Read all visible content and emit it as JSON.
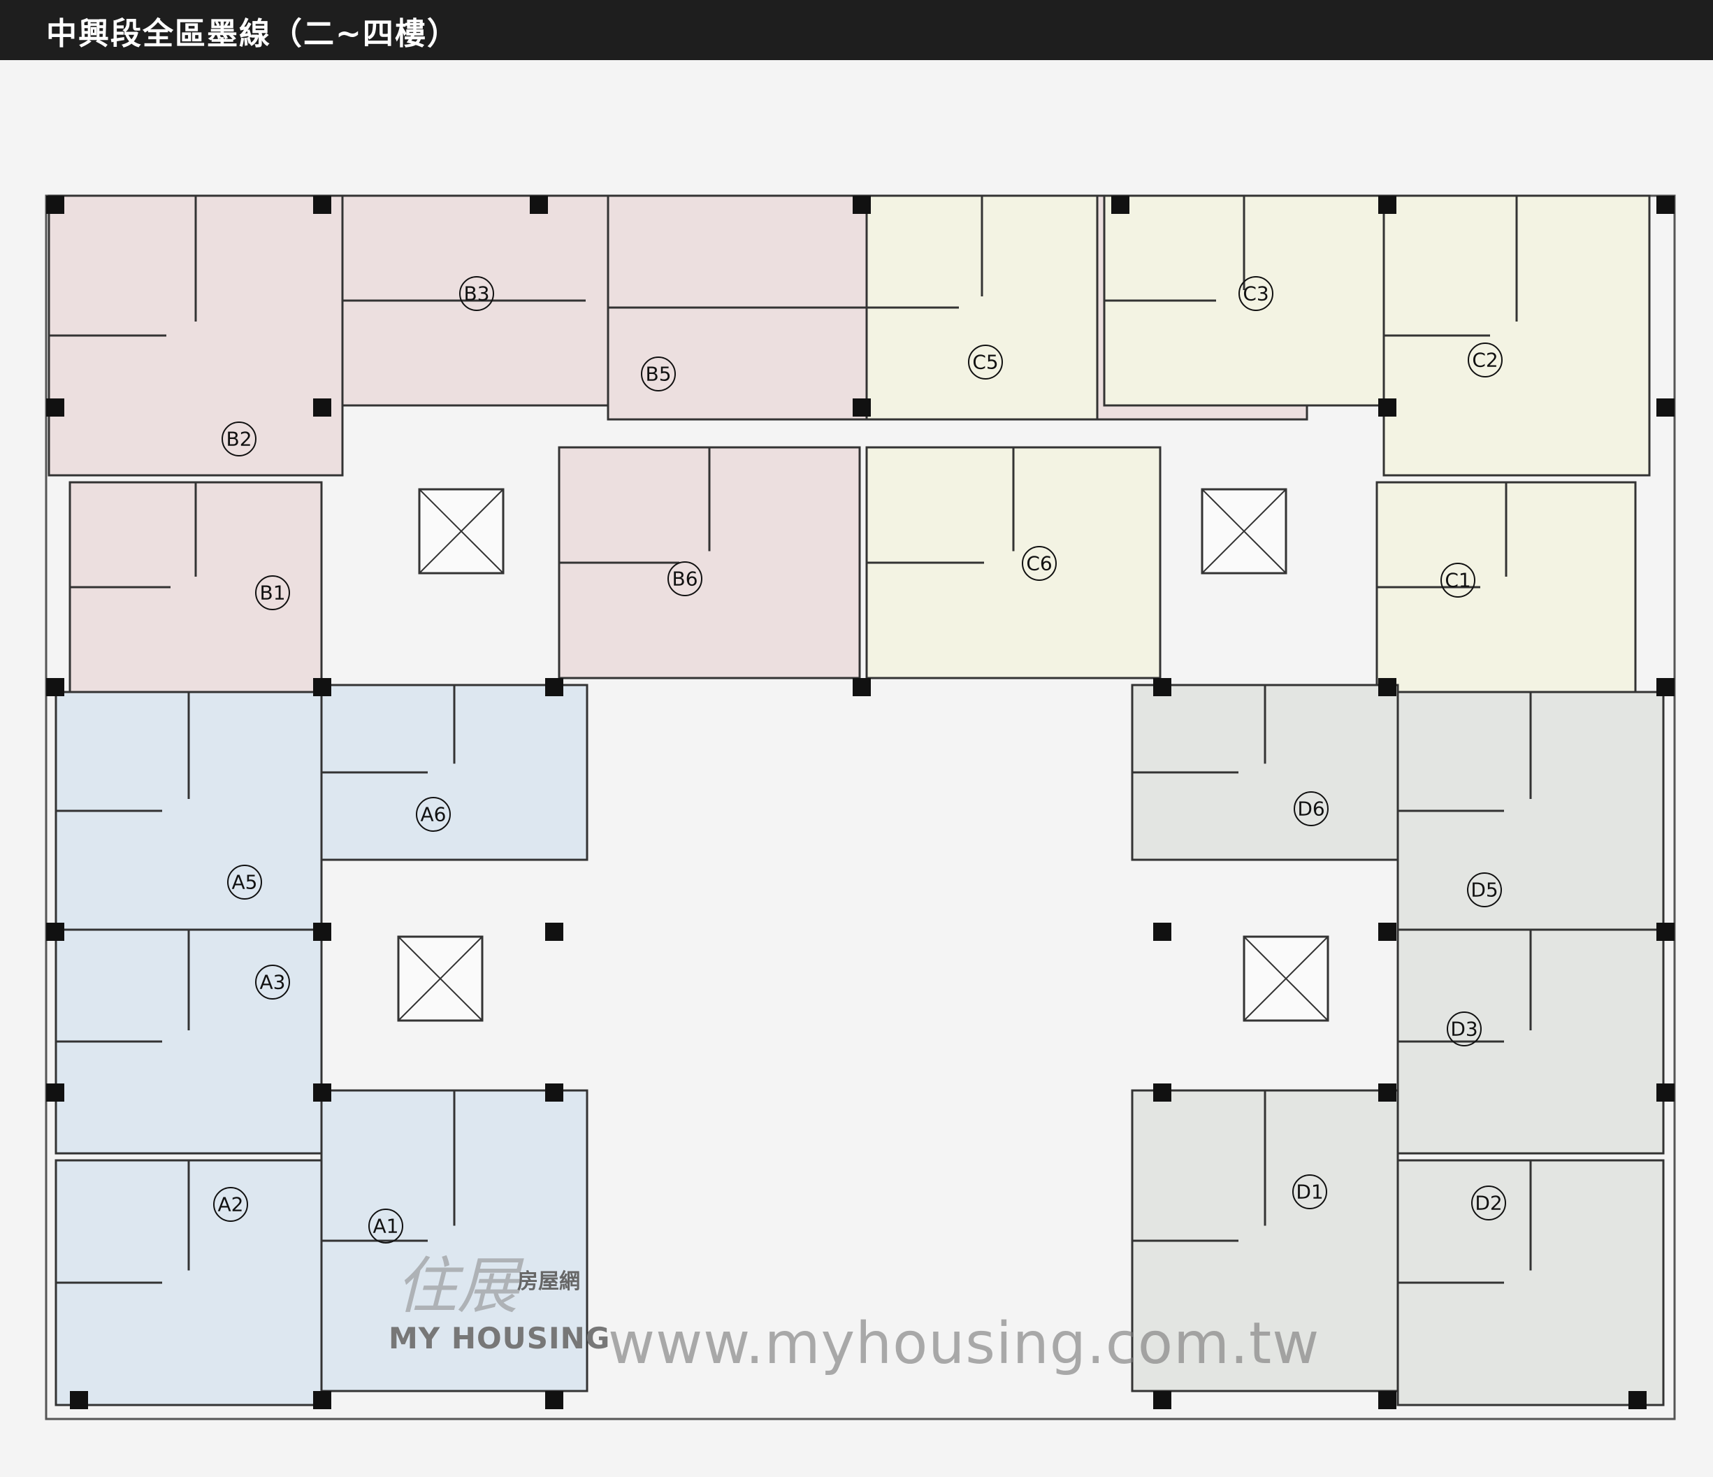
{
  "title": "中興段全區墨線（二~四樓）",
  "colors": {
    "A": "#dde7f0",
    "B": "#ecdfdf",
    "C": "#f3f3e3",
    "D": "#e3e5e2",
    "wall": "#111111",
    "line": "#333333"
  },
  "units": [
    {
      "id": "A1",
      "label": "A1",
      "group": "A"
    },
    {
      "id": "A2",
      "label": "A2",
      "group": "A"
    },
    {
      "id": "A3",
      "label": "A3",
      "group": "A"
    },
    {
      "id": "A5",
      "label": "A5",
      "group": "A"
    },
    {
      "id": "A6",
      "label": "A6",
      "group": "A"
    },
    {
      "id": "B1",
      "label": "B1",
      "group": "B"
    },
    {
      "id": "B2",
      "label": "B2",
      "group": "B"
    },
    {
      "id": "B3",
      "label": "B3",
      "group": "B"
    },
    {
      "id": "B5",
      "label": "B5",
      "group": "B"
    },
    {
      "id": "B6",
      "label": "B6",
      "group": "B"
    },
    {
      "id": "C1",
      "label": "C1",
      "group": "C"
    },
    {
      "id": "C2",
      "label": "C2",
      "group": "C"
    },
    {
      "id": "C3",
      "label": "C3",
      "group": "C"
    },
    {
      "id": "C5",
      "label": "C5",
      "group": "C"
    },
    {
      "id": "C6",
      "label": "C6",
      "group": "C"
    },
    {
      "id": "D1",
      "label": "D1",
      "group": "D"
    },
    {
      "id": "D2",
      "label": "D2",
      "group": "D"
    },
    {
      "id": "D3",
      "label": "D3",
      "group": "D"
    },
    {
      "id": "D5",
      "label": "D5",
      "group": "D"
    },
    {
      "id": "D6",
      "label": "D6",
      "group": "D"
    }
  ],
  "watermark": {
    "logo_sub": "房屋網",
    "brand": "MY HOUSING",
    "url": "www.myhousing.com.tw"
  }
}
